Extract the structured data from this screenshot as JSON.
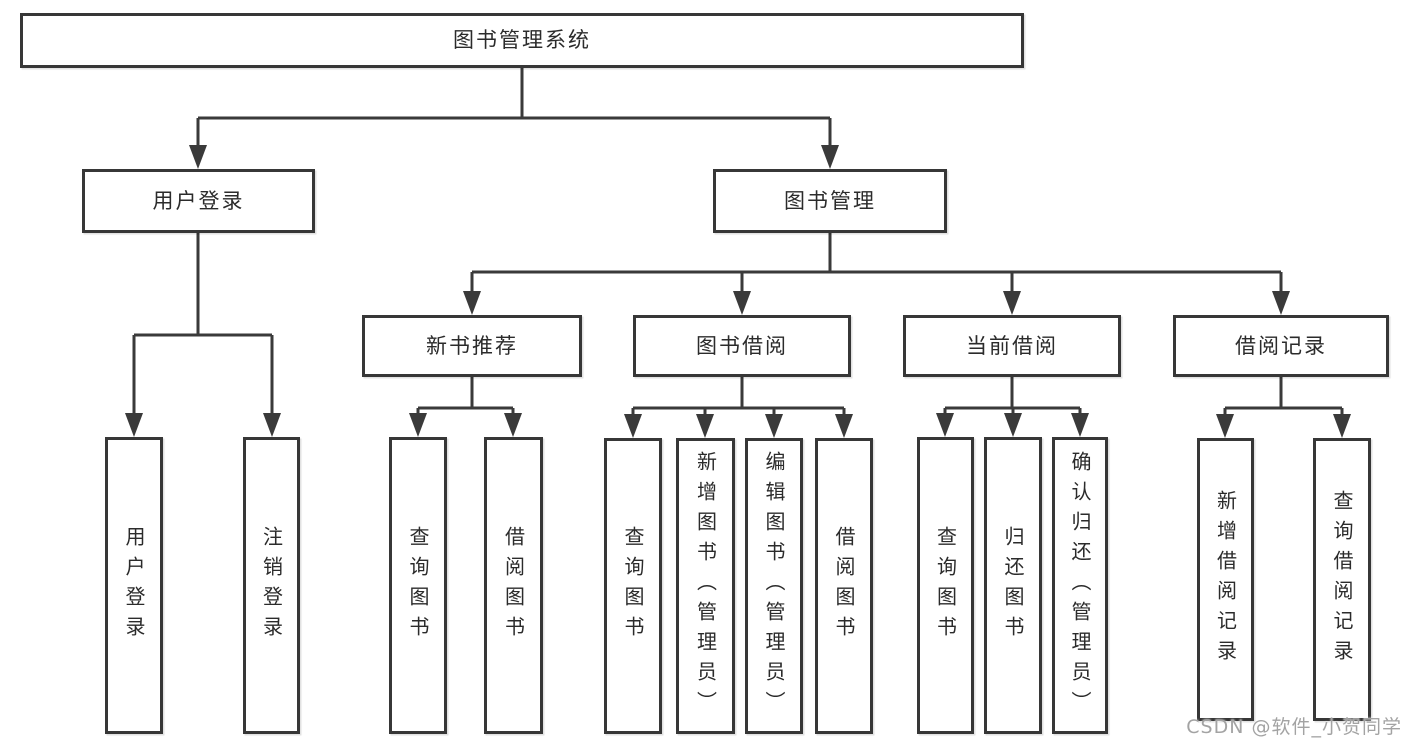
{
  "watermark": "CSDN @软件_小贺同学",
  "colors": {
    "background": "#ffffff",
    "line": "#3a3a3a",
    "box_border": "#373737",
    "text": "#2b2b2b",
    "watermark": "#a3a3a3"
  },
  "tree": {
    "label": "图书管理系统",
    "children": [
      {
        "label": "用户登录",
        "children": [
          {
            "label": "用户登录"
          },
          {
            "label": "注销登录"
          }
        ]
      },
      {
        "label": "图书管理",
        "children": [
          {
            "label": "新书推荐",
            "children": [
              {
                "label": "查询图书"
              },
              {
                "label": "借阅图书"
              }
            ]
          },
          {
            "label": "图书借阅",
            "children": [
              {
                "label": "查询图书"
              },
              {
                "label": "新增图书（管理员）"
              },
              {
                "label": "编辑图书（管理员）"
              },
              {
                "label": "借阅图书"
              }
            ]
          },
          {
            "label": "当前借阅",
            "children": [
              {
                "label": "查询图书"
              },
              {
                "label": "归还图书"
              },
              {
                "label": "确认归还（管理员）"
              }
            ]
          },
          {
            "label": "借阅记录",
            "children": [
              {
                "label": "新增借阅记录"
              },
              {
                "label": "查询借阅记录"
              }
            ]
          }
        ]
      }
    ]
  }
}
